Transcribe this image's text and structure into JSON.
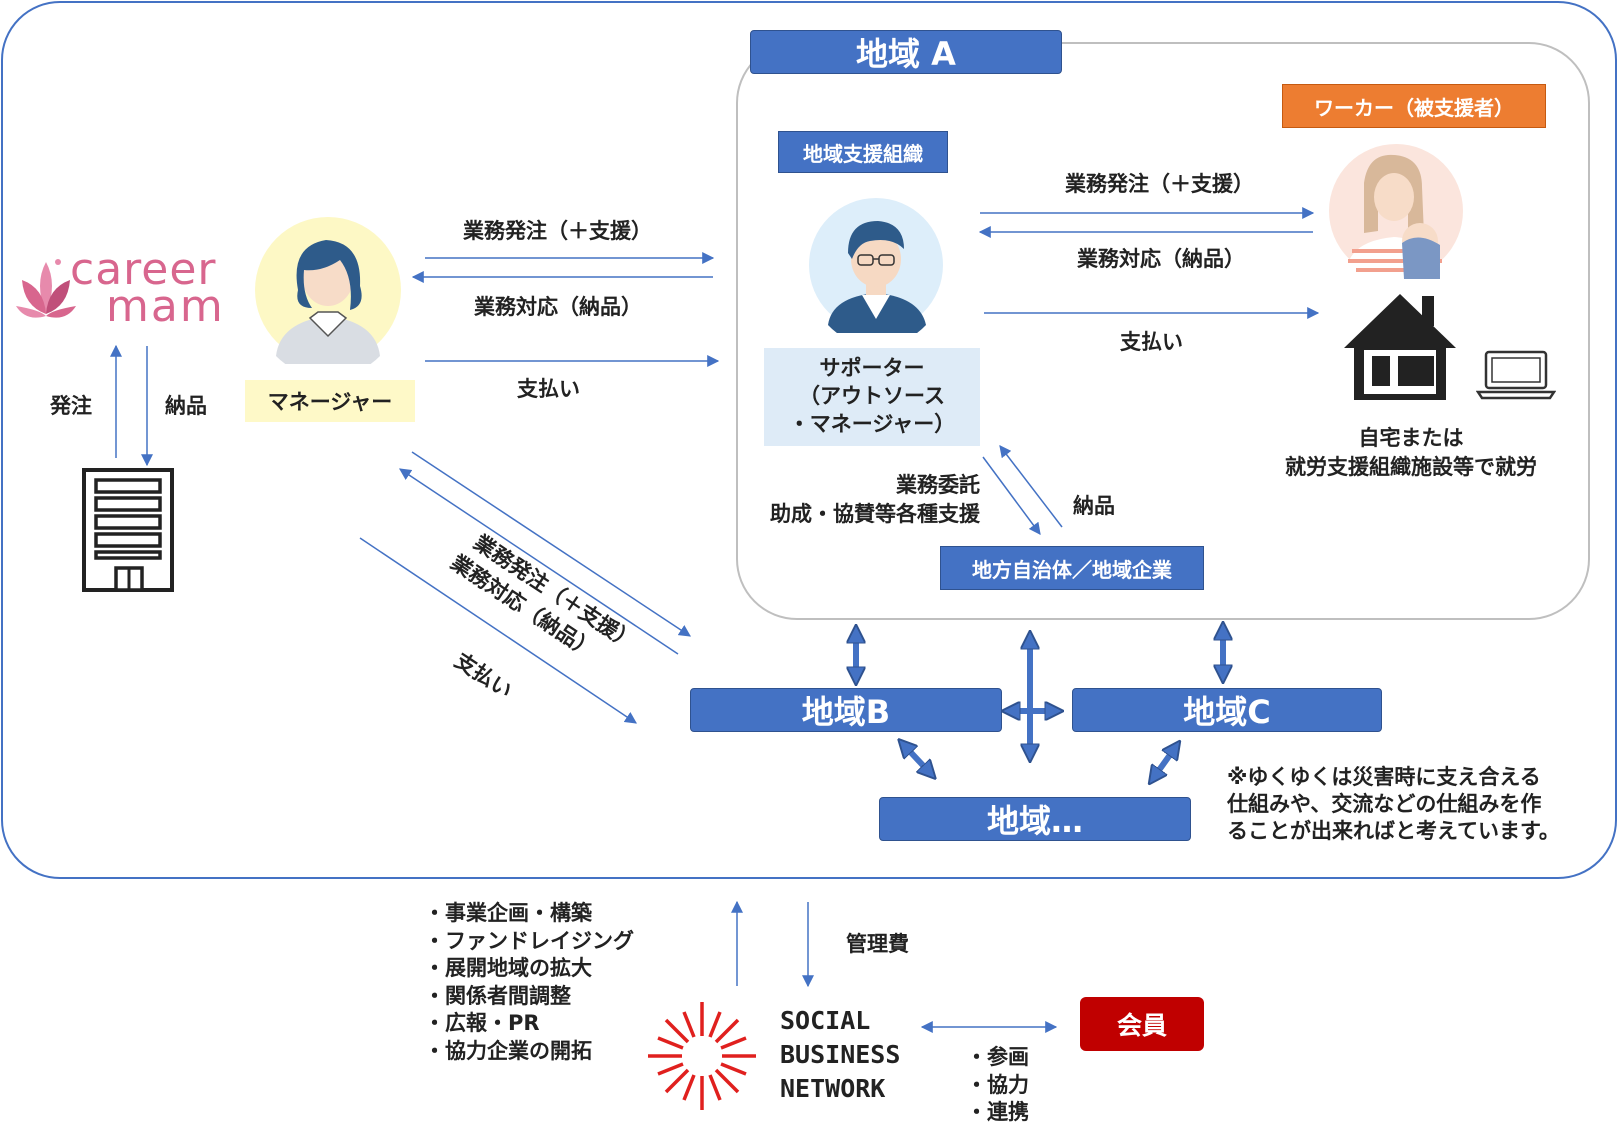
{
  "region_a": {
    "title": "地域 A",
    "support_org": "地域支援組織",
    "worker_label": "ワーカー（被支援者）",
    "supporter_line1": "サポーター",
    "supporter_line2": "（アウトソース",
    "supporter_line3": "・マネージャー）",
    "order": "業務発注（＋支援）",
    "delivery": "業務対応（納品）",
    "payment": "支払い",
    "home_line1": "自宅または",
    "home_line2": "就労支援組織施設等で就労",
    "commission_line1": "業務委託",
    "commission_line2": "助成・協賛等各種支援",
    "nouhin": "納品",
    "local_gov": "地方自治体／地域企業"
  },
  "left": {
    "logo_line1": "career",
    "logo_line2": "mam",
    "manager": "マネージャー",
    "order_short": "発注",
    "delivery_short": "納品",
    "order": "業務発注（＋支援）",
    "delivery": "業務対応（納品）",
    "payment": "支払い",
    "diag_order": "業務発注（＋支援）",
    "diag_delivery": "業務対応（納品）",
    "diag_payment": "支払い"
  },
  "regions": {
    "b": "地域B",
    "c": "地域C",
    "etc": "地域…",
    "note_line1": "※ゆくゆくは災害時に支え合える",
    "note_line2": "仕組みや、交流などの仕組みを作",
    "note_line3": "ることが出来ればと考えています。"
  },
  "bottom": {
    "services": [
      "事業企画・構築",
      "ファンドレイジング",
      "展開地域の拡大",
      "関係者間調整",
      "広報・PR",
      "協力企業の開拓"
    ],
    "management_fee": "管理費",
    "sbn_line1": "SOCIAL",
    "sbn_line2": "BUSINESS",
    "sbn_line3": "NETWORK",
    "member": "会員",
    "member_roles": [
      "参画",
      "協力",
      "連携"
    ]
  },
  "colors": {
    "primary_blue": "#4472c4",
    "orange": "#ed7d31",
    "member_red": "#c00000",
    "logo_pink": "#d8668e",
    "sbn_red": "#e0201e"
  }
}
